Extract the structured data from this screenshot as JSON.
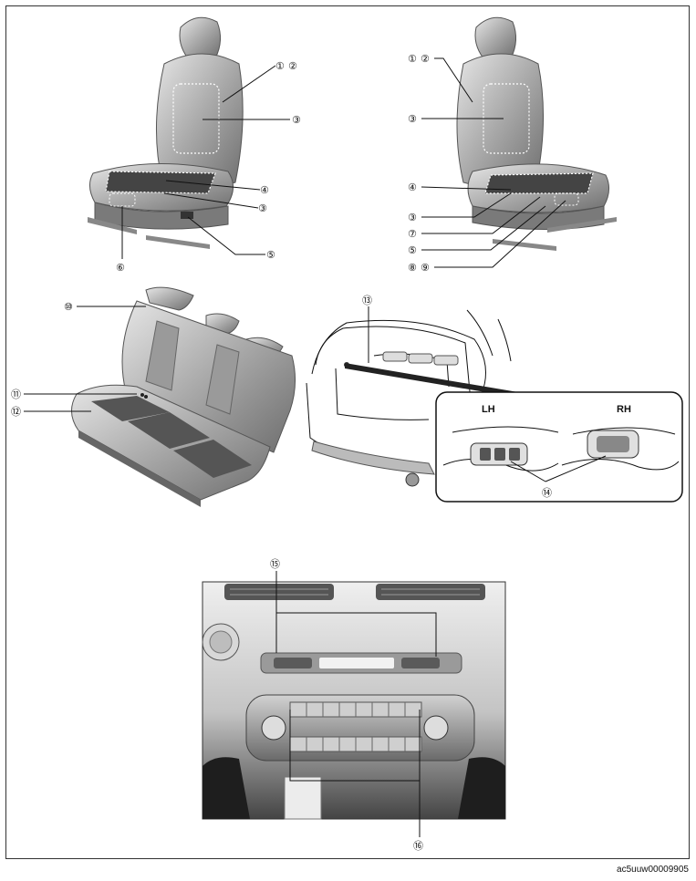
{
  "callouts": {
    "c1": "①",
    "c2": "②",
    "c3": "③",
    "c4": "④",
    "c5": "⑤",
    "c6": "⑥",
    "c7": "⑦",
    "c8": "⑧",
    "c9": "⑨",
    "c10": "⑩",
    "c11": "⑪",
    "c12": "⑫",
    "c13": "⑬",
    "c14": "⑭",
    "c15": "⑮",
    "c16": "⑯"
  },
  "inset": {
    "left_label": "LH",
    "right_label": "RH"
  },
  "image_id": "ac5uuw00009905"
}
